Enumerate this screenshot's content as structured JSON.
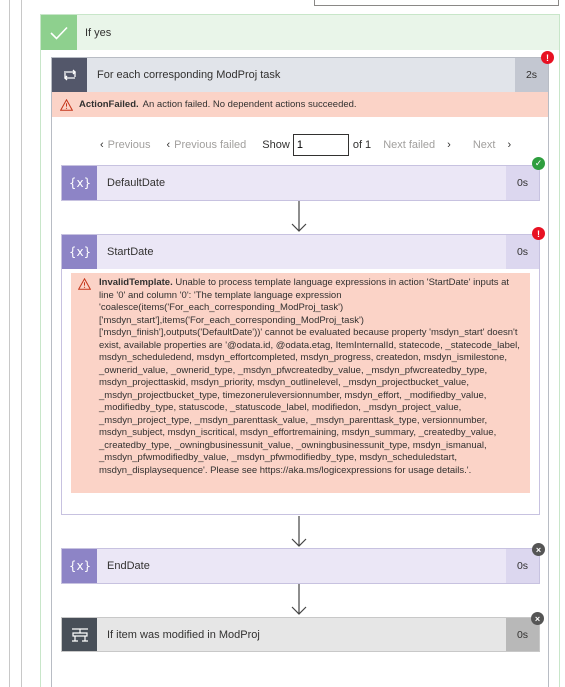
{
  "if_yes": {
    "label": "If yes"
  },
  "foreach": {
    "title": "For each corresponding ModProj task",
    "duration": "2s",
    "error_title": "ActionFailed.",
    "error_text": "An action failed. No dependent actions succeeded."
  },
  "pager": {
    "previous": "Previous",
    "previous_failed": "Previous failed",
    "show_label": "Show",
    "page_value": "1",
    "of_label": "of 1",
    "next_failed": "Next failed",
    "next": "Next"
  },
  "actions": {
    "default_date": {
      "title": "DefaultDate",
      "duration": "0s"
    },
    "start_date": {
      "title": "StartDate",
      "duration": "0s",
      "error_title": "InvalidTemplate.",
      "error_text": "Unable to process template language expressions in action 'StartDate' inputs at line '0' and column '0': 'The template language expression 'coalesce(items('For_each_corresponding_ModProj_task')['msdyn_start'],items('For_each_corresponding_ModProj_task')['msdyn_finish'],outputs('DefaultDate'))' cannot be evaluated because property 'msdyn_start' doesn't exist, available properties are '@odata.id, @odata.etag, ItemInternalId, statecode, _statecode_label, msdyn_scheduledend, msdyn_effortcompleted, msdyn_progress, createdon, msdyn_ismilestone, _ownerid_value, _ownerid_type, _msdyn_pfwcreatedby_value, _msdyn_pfwcreatedby_type, msdyn_projecttaskid, msdyn_priority, msdyn_outlinelevel, _msdyn_projectbucket_value, _msdyn_projectbucket_type, timezoneruleversionnumber, msdyn_effort, _modifiedby_value, _modifiedby_type, statuscode, _statuscode_label, modifiedon, _msdyn_project_value, _msdyn_project_type, _msdyn_parenttask_value, _msdyn_parenttask_type, versionnumber, msdyn_subject, msdyn_iscritical, msdyn_effortremaining, msdyn_summary, _createdby_value, _createdby_type, _owningbusinessunit_value, _owningbusinessunit_type, msdyn_ismanual, _msdyn_pfwmodifiedby_value, _msdyn_pfwmodifiedby_type, msdyn_scheduledstart, msdyn_displaysequence'. Please see https://aka.ms/logicexpressions for usage details.'."
    },
    "end_date": {
      "title": "EndDate",
      "duration": "0s"
    },
    "condition": {
      "title": "If item was modified in ModProj",
      "duration": "0s"
    }
  },
  "status": {
    "error_glyph": "!",
    "ok_glyph": "✓",
    "skip_glyph": "×"
  },
  "colors": {
    "success_green": "#8ed08e",
    "error_bg": "#fbd3c7",
    "error_red": "#e81123",
    "variable_purple": "#8d84c6",
    "loop_gray": "#53576a"
  }
}
